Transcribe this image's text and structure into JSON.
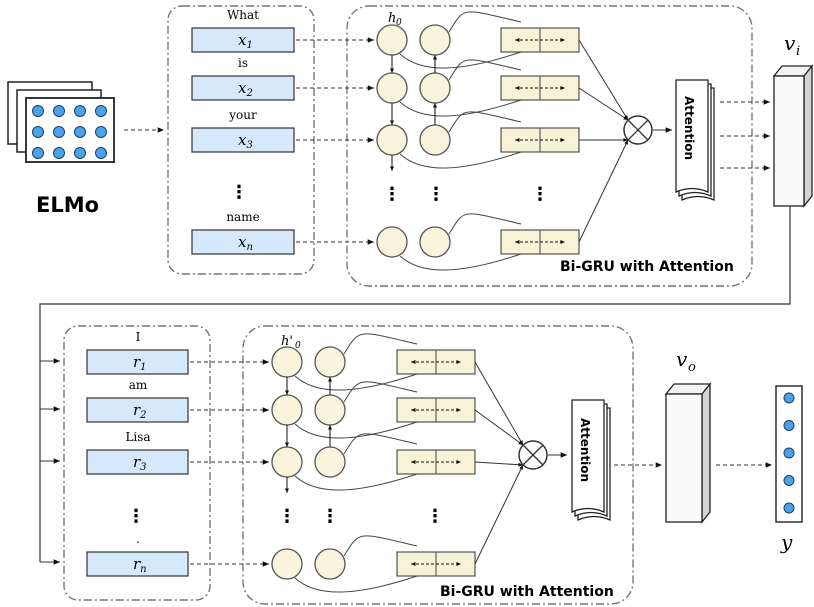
{
  "elmo": {
    "label": "ELMo"
  },
  "question": {
    "words": [
      "What",
      "is",
      "your",
      "name"
    ],
    "tokens": [
      {
        "base": "x",
        "sub": "1"
      },
      {
        "base": "x",
        "sub": "2"
      },
      {
        "base": "x",
        "sub": "3"
      },
      {
        "base": "x",
        "sub": "n"
      }
    ],
    "hidden_label": {
      "base": "h",
      "sub": "0"
    },
    "block_label": "Bi-GRU with Attention",
    "attention_label": "Attention",
    "output_label": {
      "base": "v",
      "sub": "i"
    }
  },
  "answer": {
    "words": [
      "I",
      "am",
      "Lisa",
      "."
    ],
    "tokens": [
      {
        "base": "r",
        "sub": "1"
      },
      {
        "base": "r",
        "sub": "2"
      },
      {
        "base": "r",
        "sub": "3"
      },
      {
        "base": "r",
        "sub": "n"
      }
    ],
    "hidden_label": {
      "base": "h'",
      "sub": "0"
    },
    "block_label": "Bi-GRU with Attention",
    "attention_label": "Attention",
    "output_label": {
      "base": "v",
      "sub": "o"
    }
  },
  "prediction_label": "y",
  "colors": {
    "token_fill": "#d6e8fb",
    "hidden_fill": "#fbf4dc",
    "gru_fill": "#f8f2d6",
    "dot_fill": "#4aa3e8",
    "line": "#333333",
    "dash_border": "#777777"
  }
}
